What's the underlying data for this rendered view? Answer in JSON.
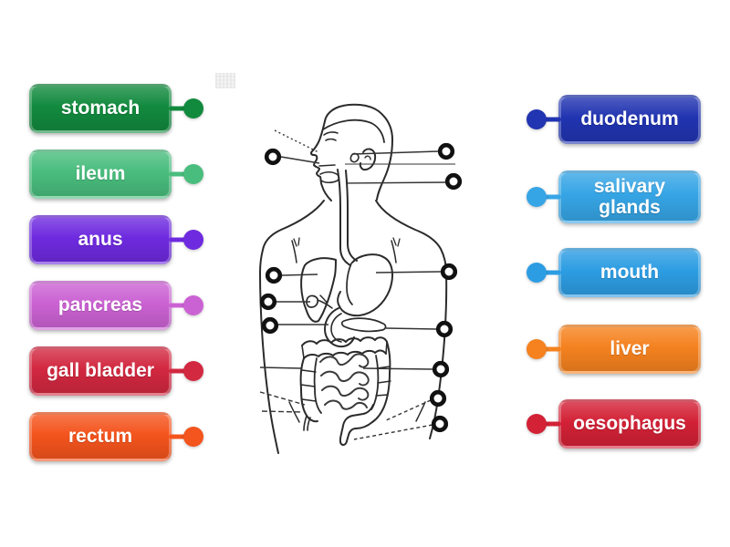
{
  "activity": {
    "kind": "labelled-diagram-matching",
    "figure_name": "human-digestive-system-line-drawing",
    "figure_stroke_color": "#2b2b2b",
    "target_ring_color": "#111111",
    "target_ring_count": 11,
    "background_color": "#ffffff"
  },
  "left_labels": [
    {
      "text": "stomach",
      "color": "#128a3e"
    },
    {
      "text": "ileum",
      "color": "#49bd7d"
    },
    {
      "text": "anus",
      "color": "#6e2adf"
    },
    {
      "text": "pancreas",
      "color": "#cb62d3"
    },
    {
      "text": "gall bladder",
      "color": "#d22840"
    },
    {
      "text": "rectum",
      "color": "#f4541d"
    }
  ],
  "right_labels": [
    {
      "text": "duodenum",
      "color": "#2134b1"
    },
    {
      "text": "salivary glands",
      "color": "#36a5e5"
    },
    {
      "text": "mouth",
      "color": "#2d9de3"
    },
    {
      "text": "liver",
      "color": "#f5821f"
    },
    {
      "text": "oesophagus",
      "color": "#d32136"
    }
  ]
}
